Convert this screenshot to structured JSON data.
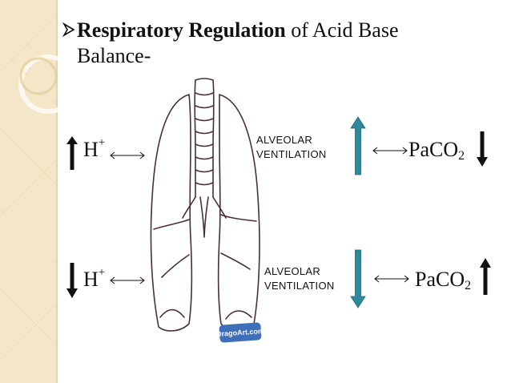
{
  "slide": {
    "title_bold": "Respiratory Regulation",
    "title_rest_line1": " of Acid Base",
    "title_rest_line2": "Balance-",
    "bullet_icon": "arrowhead-bullet-icon"
  },
  "rows": [
    {
      "h_base": "H",
      "h_sup": "+",
      "h_direction": "up",
      "alveolar_line1": "ALVEOLAR",
      "alveolar_line2": "VENTILATION",
      "ventilation_direction": "up",
      "paco2_base": "PaCO",
      "paco2_sub": "2",
      "paco2_direction": "down"
    },
    {
      "h_base": "H",
      "h_sup": "+",
      "h_direction": "down",
      "alveolar_line1": "ALVEOLAR",
      "alveolar_line2": "VENTILATION",
      "ventilation_direction": "down",
      "paco2_base": "PaCO",
      "paco2_sub": "2",
      "paco2_direction": "up"
    }
  ],
  "illustration": {
    "subject": "lungs-outline-drawing",
    "watermark_text": "DragoArt.com"
  },
  "colors": {
    "side_strip": "#f4e7c9",
    "ventilation_arrow": "#2e8a9a",
    "text": "#111111"
  }
}
